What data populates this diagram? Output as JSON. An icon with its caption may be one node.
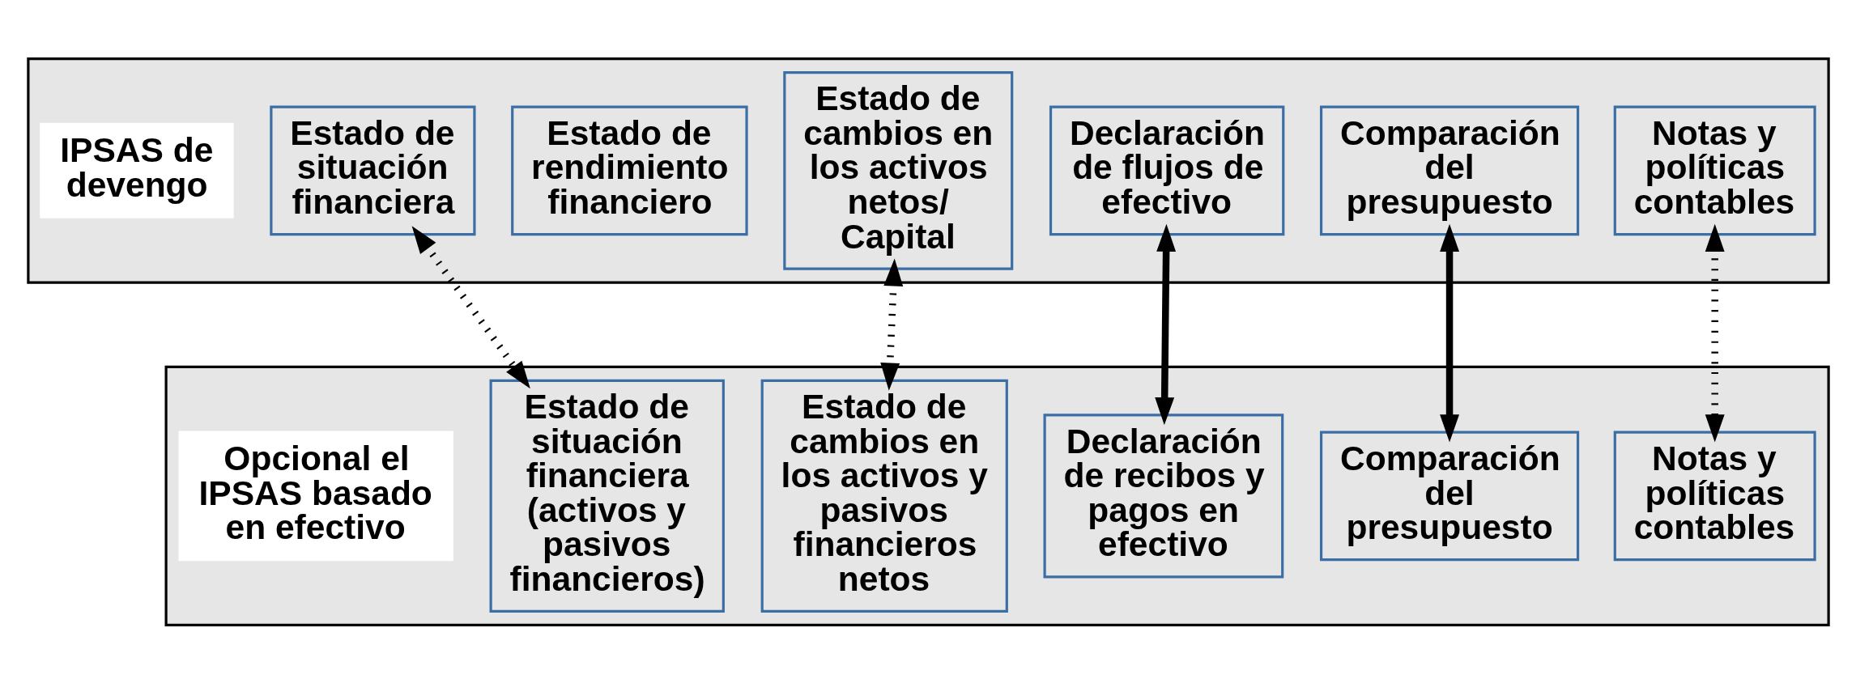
{
  "diagram": {
    "nodes": [
      {
        "text": [],
        "shape": "box"
      },
      {
        "text": [
          "IPSAS de devengo"
        ],
        "in": 0
      },
      {
        "text": [
          "Estado de situación financiera"
        ],
        "in": 0
      },
      {
        "text": [
          "Estado de rendimiento financiero"
        ],
        "in": 0
      },
      {
        "text": [
          "Estado de cambios en los activos netos/ Capital"
        ],
        "in": 0
      },
      {
        "text": [
          "Declaración de flujos de efectivo"
        ],
        "in": 0
      },
      {
        "text": [
          "Comparación del presupuesto"
        ],
        "in": 0
      },
      {
        "text": [
          "Notas y políticas contables"
        ],
        "in": 0
      },
      {
        "text": [],
        "shape": "box"
      },
      {
        "text": [
          "Opcional el IPSAS basado en efectivo"
        ],
        "in": 8
      },
      {
        "text": [
          "Estado de situación financiera (activos y pasivos financieros)"
        ],
        "in": 8
      },
      {
        "text": [
          "Estado de cambios en los activos y pasivos financieros netos"
        ],
        "in": 8
      },
      {
        "text": [
          "Declaración de recibos y pagos en efectivo"
        ],
        "in": 8
      },
      {
        "text": [
          "Comparación del presupuesto"
        ],
        "in": 8
      },
      {
        "text": [
          "Notas y políticas contables"
        ],
        "in": 8
      }
    ],
    "edges": [
      {
        "from": 2,
        "to": 10,
        "arrow": "both",
        "style": "dashed"
      },
      {
        "from": 4,
        "to": 11,
        "arrow": "both",
        "style": "dashed"
      },
      {
        "from": 5,
        "to": 12,
        "arrow": "both"
      },
      {
        "from": 6,
        "to": 13,
        "arrow": "both"
      },
      {
        "from": 7,
        "to": 14,
        "arrow": "both",
        "style": "dashed"
      }
    ]
  }
}
